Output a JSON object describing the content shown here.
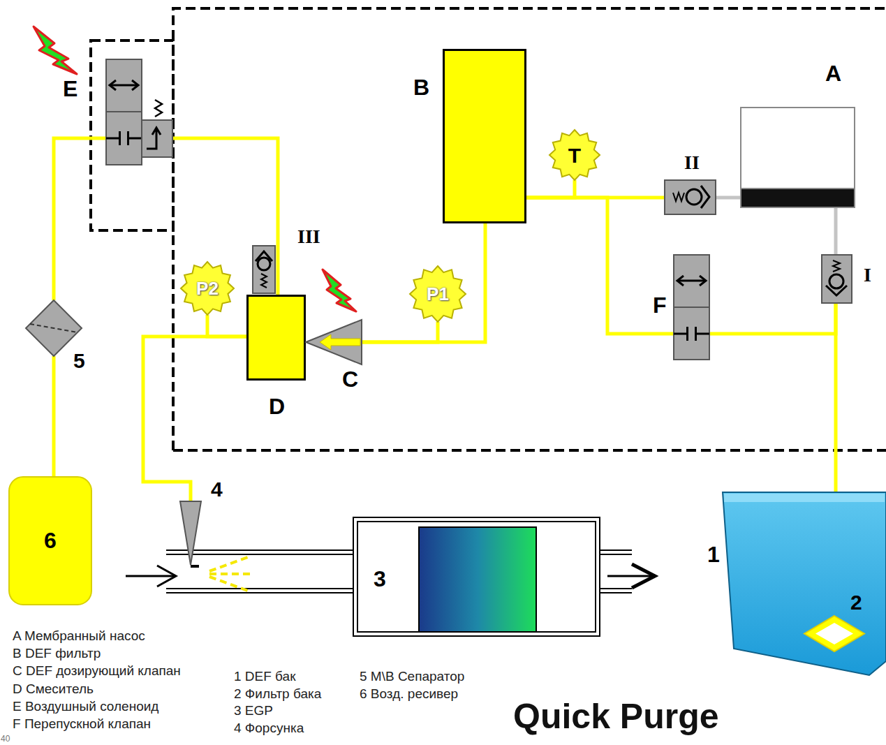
{
  "diagram": {
    "caption": "Quick Purge",
    "nodes": [
      {
        "text": [
          "E"
        ]
      },
      {
        "text": [
          "B"
        ]
      },
      {
        "text": [
          "A"
        ]
      },
      {
        "text": [
          "T"
        ]
      },
      {
        "text": [
          "II"
        ]
      },
      {
        "text": [
          "F"
        ]
      },
      {
        "text": [
          "I"
        ]
      },
      {
        "text": [
          "III"
        ]
      },
      {
        "text": [
          "P2"
        ]
      },
      {
        "text": [
          "D"
        ]
      },
      {
        "text": [
          "C"
        ]
      },
      {
        "text": [
          "P1"
        ]
      },
      {
        "text": [
          "5"
        ]
      },
      {
        "text": [
          "6"
        ]
      },
      {
        "text": [
          "4"
        ]
      },
      {
        "text": [
          "3"
        ]
      },
      {
        "text": [
          "1"
        ]
      },
      {
        "text": [
          "2"
        ],
        "in": 16
      }
    ],
    "edges": [
      {
        "from": 13,
        "to": 12,
        "arrow": "none"
      },
      {
        "from": 12,
        "to": 0,
        "arrow": "none"
      },
      {
        "from": 0,
        "to": 9,
        "arrow": "none"
      },
      {
        "from": 9,
        "to": 14,
        "arrow": "none"
      },
      {
        "from": 8,
        "to": 9,
        "arrow": "none"
      },
      {
        "from": 1,
        "to": 10,
        "arrow": "none"
      },
      {
        "from": 11,
        "to": 10,
        "arrow": "none"
      },
      {
        "from": 1,
        "to": 4,
        "arrow": "none"
      },
      {
        "from": 3,
        "to": 1,
        "arrow": "none"
      },
      {
        "from": 2,
        "to": 4,
        "arrow": "none"
      },
      {
        "from": 2,
        "to": 6,
        "arrow": "none"
      },
      {
        "from": 6,
        "to": 17,
        "arrow": "none"
      },
      {
        "from": 1,
        "to": 5,
        "arrow": "none"
      },
      {
        "from": 5,
        "to": 6,
        "arrow": "none"
      }
    ],
    "labels": [
      "A Мембранный насос",
      "B DEF фильтр",
      "C DEF дозирующий клапан",
      "D Смеситель",
      "E Воздушный соленоид",
      "F Перепускной клапан",
      "1 DEF бак",
      "2 Фильтр бака",
      "3 EGP",
      "4 Форсунка",
      "5 M\\B Сепаратор",
      "6 Возд. ресивер",
      "40"
    ]
  }
}
